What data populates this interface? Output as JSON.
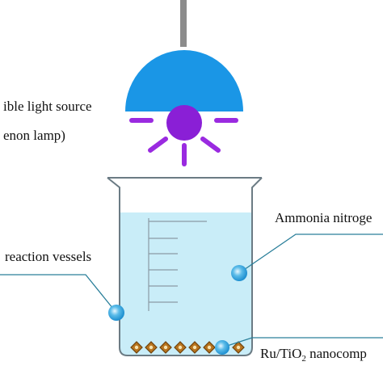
{
  "labels": {
    "light_source_line1": "ible light source",
    "light_source_line2": "enon lamp)",
    "ammonia": "Ammonia nitroge",
    "reaction_vessels": "reaction vessels",
    "catalyst_prefix": "Ru/TiO",
    "catalyst_subscript": "2",
    "catalyst_suffix": " nanocomp"
  },
  "colors": {
    "lamp_shade": "#1a96e6",
    "lamp_bulb": "#8a1fd6",
    "lamp_rays": "#9a2ae0",
    "lamp_cord": "#8c8c8c",
    "liquid": "#c9edf8",
    "beaker_outline": "#6b7b84",
    "leader_line": "#2a7f9a",
    "bubble": "#1e8fd0",
    "catalyst_particle": "#b8741e"
  },
  "icons": {
    "lamp": "lamp-icon",
    "bubble": "bubble-icon",
    "catalyst": "catalyst-particle-icon"
  }
}
